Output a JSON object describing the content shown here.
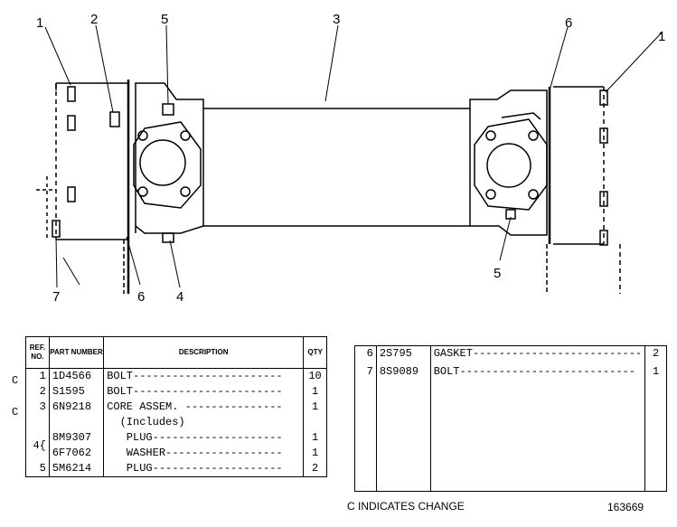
{
  "diagram": {
    "callouts": {
      "c1_left": "1",
      "c2": "2",
      "c5_top": "5",
      "c3": "3",
      "c6_top": "6",
      "c1_right": "1",
      "c5_bottom": "5",
      "c7": "7",
      "c6_bottom": "6",
      "c4": "4"
    }
  },
  "left_table": {
    "headers": {
      "ref_no": "REF. NO.",
      "part_number": "PART NUMBER",
      "description": "DESCRIPTION",
      "qty": "QTY"
    },
    "rows": [
      {
        "change": "C",
        "ref": "1",
        "part": "1D4566",
        "desc": "BOLT-----------------------",
        "qty": "10"
      },
      {
        "change": "",
        "ref": "2",
        "part": "S1595",
        "desc": "BOLT-----------------------",
        "qty": "1"
      },
      {
        "change": "C",
        "ref": "3",
        "part": "6N9218",
        "desc": "CORE ASSEM. ---------------",
        "qty": "1"
      },
      {
        "change": "",
        "ref": "",
        "part": "",
        "desc": "  (Includes)",
        "qty": ""
      },
      {
        "change": "",
        "ref": "",
        "part": "8M9307",
        "desc": "   PLUG--------------------",
        "qty": "1"
      },
      {
        "change": "",
        "ref": "",
        "part": "6F7062",
        "desc": "   WASHER------------------",
        "qty": "1"
      },
      {
        "change": "",
        "ref": "5",
        "part": "5M6214",
        "desc": "   PLUG--------------------",
        "qty": "2"
      }
    ],
    "bracket_ref": "4"
  },
  "right_table": {
    "rows": [
      {
        "ref": "6",
        "part": "2S795",
        "desc": "GASKET--------------------------",
        "qty": "2"
      },
      {
        "ref": "7",
        "part": "8S9089",
        "desc": "BOLT---------------------------",
        "qty": "1"
      }
    ]
  },
  "footer": {
    "change_note": "C INDICATES CHANGE",
    "illustration_number": "163669"
  }
}
